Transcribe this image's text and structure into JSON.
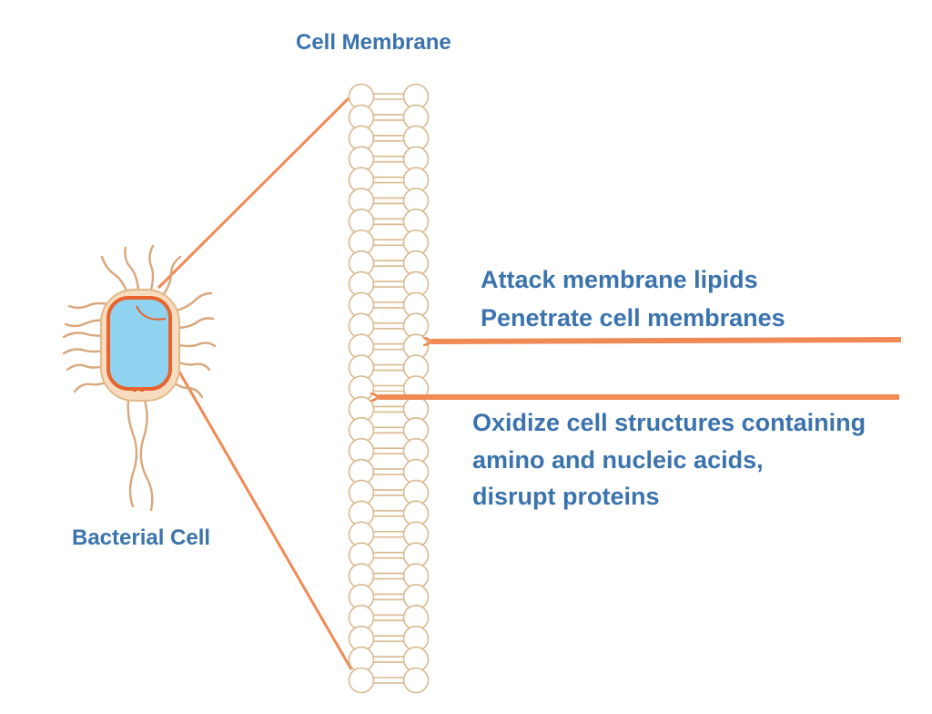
{
  "labels": {
    "cell_membrane": "Cell Membrane",
    "bacterial_cell": "Bacterial Cell",
    "upper_arrow_text": [
      "Attack membrane lipids",
      "Penetrate cell membranes"
    ],
    "lower_arrow_text": [
      "Oxidize cell structures containing",
      "amino and nucleic acids,",
      "disrupt proteins"
    ]
  },
  "colors": {
    "label_text": "#3a73ad",
    "arrow": "#f08a55",
    "lipid_outline": "#d9b98e",
    "lipid_fill": "#ffffff",
    "cell_fill": "#8fd3f1",
    "cell_wall": "#e8642c",
    "cell_capsule": "#f7dcc0",
    "flagella": "#d9a77c"
  },
  "membrane": {
    "lipid_pairs": 29
  }
}
